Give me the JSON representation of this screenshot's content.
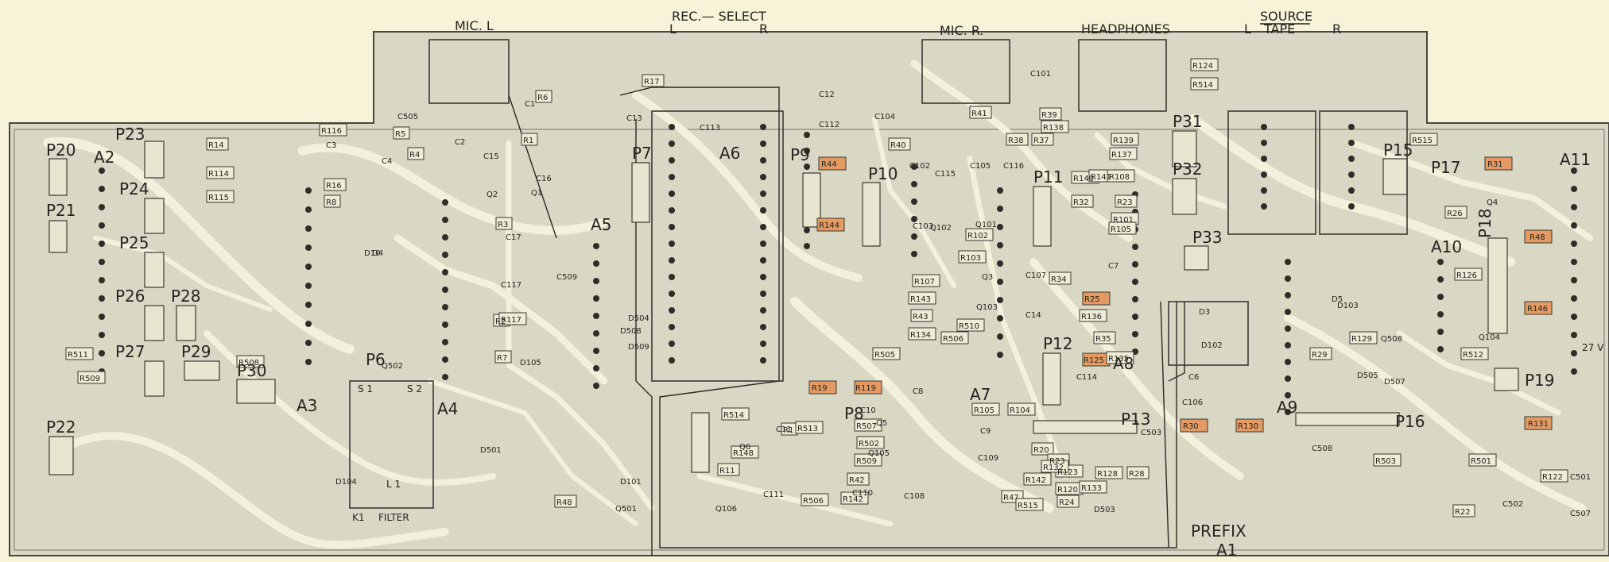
{
  "header": {
    "rec_select": "REC.— SELECT",
    "rec_l": "L",
    "rec_r": "R",
    "mic_l": "MIC. L",
    "mic_r": "MIC. R.",
    "headphones": "HEADPHONES",
    "source": "SOURCE",
    "tape": "TAPE",
    "src_l": "L",
    "src_r": "R"
  },
  "board": {
    "prefix": "PREFIX",
    "a1": "A1",
    "voltage": "27 V",
    "filter": "FILTER",
    "k1": "K1",
    "l1": "L 1",
    "s1": "S 1",
    "s2": "S 2"
  },
  "connectors": [
    "P20",
    "P21",
    "P22",
    "P23",
    "P24",
    "P25",
    "P26",
    "P27",
    "P28",
    "P29",
    "P30",
    "P6",
    "P7",
    "P8",
    "P9",
    "P10",
    "P11",
    "P12",
    "P13",
    "P15",
    "P16",
    "P17",
    "P18",
    "P19",
    "P31",
    "P32",
    "P33"
  ],
  "sections": [
    "A2",
    "A3",
    "A4",
    "A5",
    "A6",
    "A7",
    "A8",
    "A9",
    "A10",
    "A11"
  ],
  "highlighted": [
    "R44",
    "R144",
    "R19",
    "R119",
    "R25",
    "R125",
    "R30",
    "R130",
    "R31",
    "R48",
    "R146",
    "R131"
  ],
  "resistors": [
    "R14",
    "R114",
    "R115",
    "R116",
    "R16",
    "R8",
    "R5",
    "R4",
    "R6",
    "R1",
    "R3",
    "R2",
    "R7",
    "R17",
    "R117",
    "R508",
    "R511",
    "R509",
    "R48",
    "R514",
    "R148",
    "R11",
    "R1",
    "R513",
    "R507",
    "R502",
    "R509",
    "R42",
    "R142",
    "R506",
    "R40",
    "R41",
    "R38",
    "R37",
    "R39",
    "R138",
    "R139",
    "R137",
    "R140",
    "R141",
    "R108",
    "R101",
    "R105",
    "R102",
    "R103",
    "R107",
    "R143",
    "R43",
    "R134",
    "R34",
    "R136",
    "R35",
    "R135",
    "R105",
    "R104",
    "R20",
    "R23",
    "R123",
    "R120",
    "R24",
    "R128",
    "R28",
    "R124",
    "R514",
    "R515",
    "R26",
    "R126",
    "R29",
    "R129",
    "R512",
    "R501",
    "R503",
    "R22",
    "R122",
    "R32",
    "R23",
    "R133",
    "R47",
    "R515",
    "R142",
    "R132",
    "R510",
    "R506",
    "R505"
  ],
  "capacitors": [
    "C505",
    "C4",
    "C2",
    "C3",
    "C1",
    "C15",
    "C16",
    "C17",
    "C117",
    "C509",
    "C13",
    "C113",
    "C12",
    "C112",
    "C104",
    "C101",
    "C102",
    "C115",
    "C105",
    "C116",
    "C103",
    "C107",
    "C7",
    "C14",
    "C114",
    "C9",
    "C109",
    "C503",
    "C11",
    "C111",
    "C10",
    "C110",
    "C8",
    "C108",
    "C6",
    "C106",
    "C508",
    "C502",
    "C501",
    "C507"
  ],
  "semis": [
    "Q1",
    "Q2",
    "Q3",
    "Q4",
    "Q5",
    "Q6",
    "Q101",
    "Q102",
    "Q103",
    "Q104",
    "Q105",
    "Q106",
    "Q501",
    "Q502",
    "Q508",
    "D3",
    "D4",
    "D5",
    "D10",
    "D101",
    "D102",
    "D103",
    "D104",
    "D105",
    "D501",
    "D503",
    "D504",
    "D505",
    "D507",
    "D508",
    "D509"
  ],
  "colors": {
    "paper": "#f6f3d8",
    "board": "#d9d8c4",
    "trace": "#f3f1dc",
    "ink": "#262420",
    "highlight": "#e59a63"
  }
}
